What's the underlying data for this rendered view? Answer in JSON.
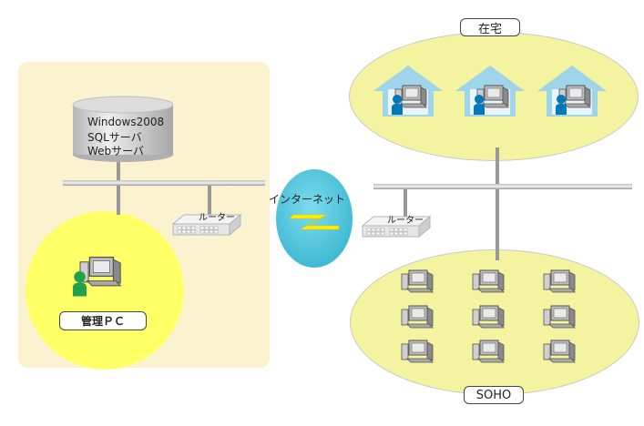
{
  "server": {
    "lines": [
      "Windows2008",
      "SQLサーバ",
      "Webサーバ"
    ]
  },
  "admin_pc": {
    "label": "管理ＰＣ"
  },
  "internet": {
    "label": "インターネット"
  },
  "router_left": {
    "label": "ルーター"
  },
  "router_right": {
    "label": "ルーター"
  },
  "home": {
    "label": "在宅"
  },
  "soho": {
    "label": "SOHO"
  },
  "colors": {
    "office_bg": "#fbf3d0",
    "admin_circle": "#ffff66",
    "home_ellipse": "#f3f3a0",
    "cloud": "#4fc6dd",
    "bolt": "#ffee00",
    "house": "#9fd5ea",
    "person": "#0077b8",
    "line": "#8e8e8e"
  },
  "icons": [
    "database-icon",
    "computer-icon",
    "person-icon",
    "house-icon",
    "router-icon",
    "lightning-icon"
  ]
}
